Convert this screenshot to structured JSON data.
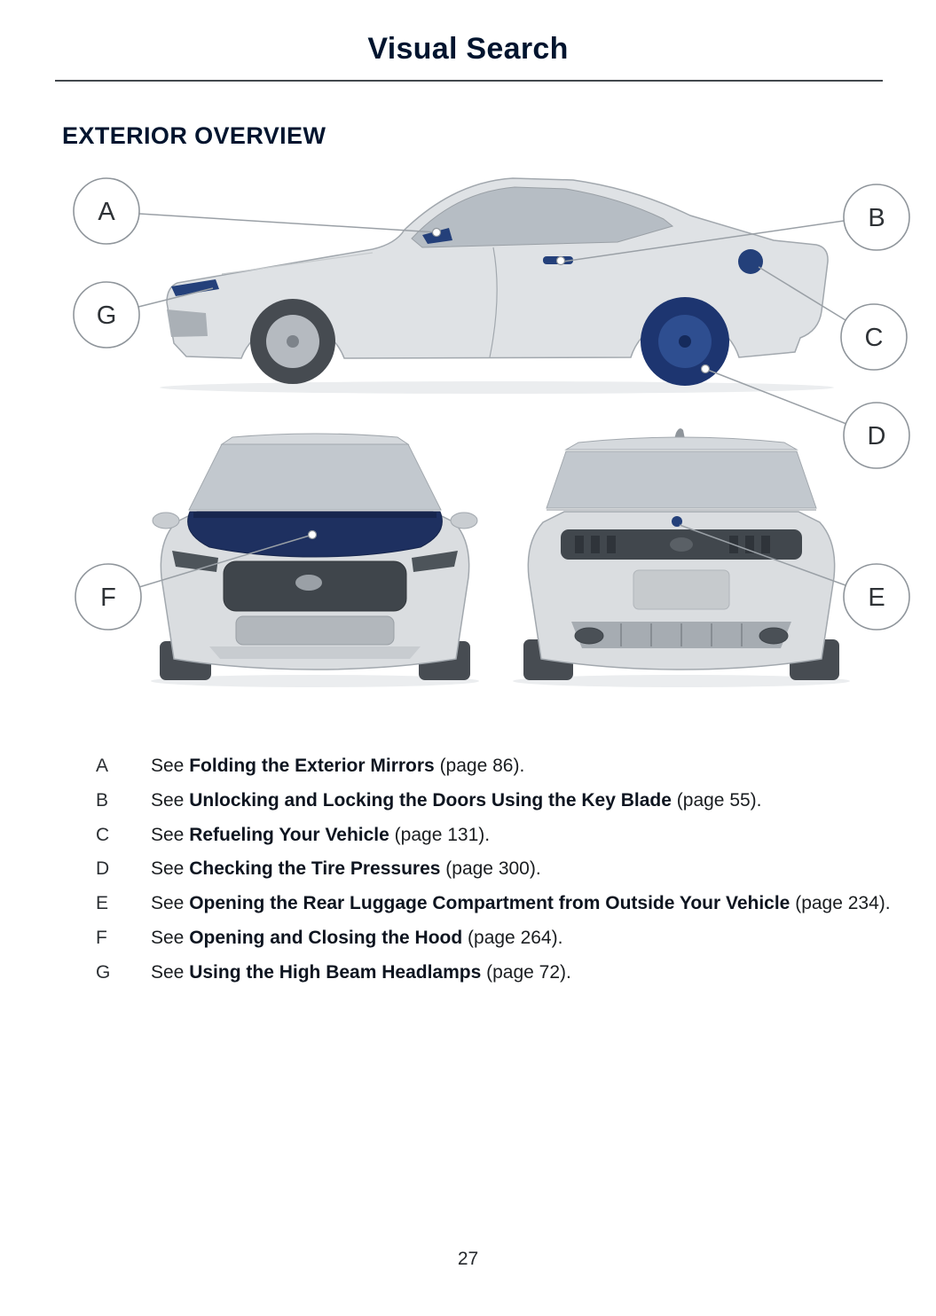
{
  "header": {
    "title": "Visual Search"
  },
  "section": {
    "heading": "EXTERIOR OVERVIEW"
  },
  "diagram": {
    "callouts": {
      "a": "A",
      "b": "B",
      "c": "C",
      "d": "D",
      "e": "E",
      "f": "F",
      "g": "G"
    }
  },
  "legend": {
    "items": [
      {
        "letter": "A",
        "see": "See ",
        "topic": "Folding the Exterior Mirrors",
        "page_ref": " (page 86)."
      },
      {
        "letter": "B",
        "see": "See ",
        "topic": "Unlocking and Locking the Doors Using the Key Blade",
        "page_ref": " (page 55)."
      },
      {
        "letter": "C",
        "see": "See ",
        "topic": "Refueling Your Vehicle",
        "page_ref": " (page 131)."
      },
      {
        "letter": "D",
        "see": "See ",
        "topic": "Checking the Tire Pressures",
        "page_ref": " (page 300)."
      },
      {
        "letter": "E",
        "see": "See ",
        "topic": "Opening the Rear Luggage Compartment from Outside Your Vehicle",
        "page_ref": " (page 234)."
      },
      {
        "letter": "F",
        "see": "See ",
        "topic": "Opening and Closing the Hood",
        "page_ref": " (page 264)."
      },
      {
        "letter": "G",
        "see": "See ",
        "topic": "Using the High Beam Headlamps",
        "page_ref": " (page 72)."
      }
    ]
  },
  "footer": {
    "page_number": "27"
  },
  "colors": {
    "accent_blue": "#24407a",
    "heading_text": "#00142e"
  }
}
